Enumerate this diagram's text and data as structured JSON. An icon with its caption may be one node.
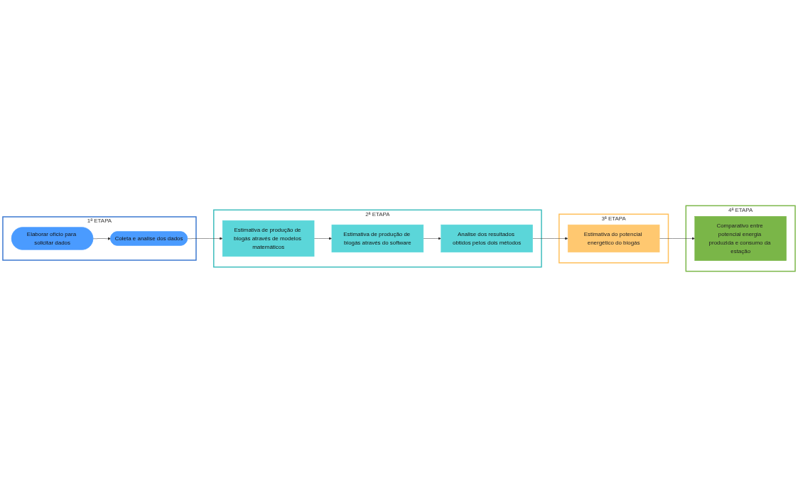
{
  "diagram": {
    "nodes": [
      {
        "text": [
          "1ª ETAPA"
        ]
      },
      {
        "text": [
          "Elaborar ofício para solicitar dados"
        ],
        "in": 0
      },
      {
        "text": [
          "Coleta e analise dos dados"
        ],
        "in": 0
      },
      {
        "text": [
          "2ª ETAPA"
        ]
      },
      {
        "text": [
          "Estimativa de produção de biogás através de modelos matemáticos"
        ],
        "in": 3
      },
      {
        "text": [
          "Estimativa de produção de biogás através do software"
        ],
        "in": 3
      },
      {
        "text": [
          "Analise dos resultados obtidos pelos dois métodos"
        ],
        "in": 3
      },
      {
        "text": [
          "3ª ETAPA"
        ]
      },
      {
        "text": [
          "Estimativa do potencial energético do biogás"
        ],
        "in": 7
      },
      {
        "text": [
          "4ª ETAPA"
        ]
      },
      {
        "text": [
          "Comparativo entre potencial energia produzida e consumo da estação"
        ],
        "in": 9
      }
    ],
    "edges": [
      {
        "from": 1,
        "to": 2,
        "arrow": "to"
      },
      {
        "from": 2,
        "to": 4,
        "arrow": "to"
      },
      {
        "from": 4,
        "to": 5,
        "arrow": "to"
      },
      {
        "from": 5,
        "to": 6,
        "arrow": "to"
      },
      {
        "from": 6,
        "to": 8,
        "arrow": "to"
      },
      {
        "from": 8,
        "to": 10,
        "arrow": "to"
      }
    ]
  }
}
